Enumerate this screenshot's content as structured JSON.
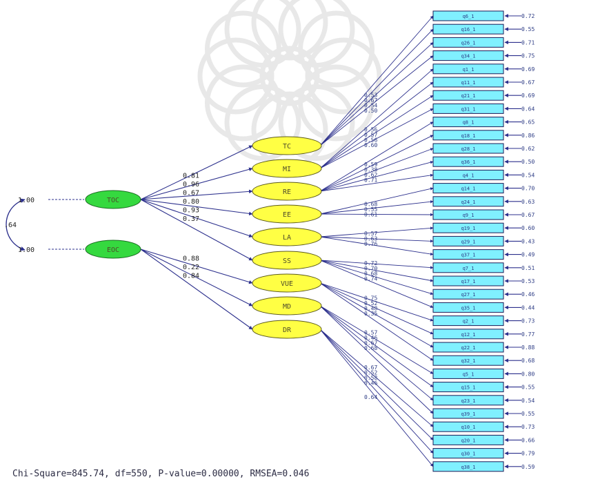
{
  "colors": {
    "edge": "#2b2f8c",
    "observed_fill": "#80f0ff",
    "observed_stroke": "#1a1a55",
    "latent_fill": "#ffff44",
    "latent_stroke": "#5c5a1c",
    "exogenous_fill": "#35d93f",
    "exogenous_stroke": "#1b6b22",
    "watermark": "#d7d7d7"
  },
  "exogenous": [
    {
      "id": "TOC",
      "label": "TOC",
      "variance": "1.00"
    },
    {
      "id": "EOC",
      "label": "EOC",
      "variance": "1.00"
    }
  ],
  "covariance": {
    "label": ".64"
  },
  "latents": [
    {
      "id": "TC",
      "label": "TC"
    },
    {
      "id": "MI",
      "label": "MI"
    },
    {
      "id": "RE",
      "label": "RE"
    },
    {
      "id": "EE",
      "label": "EE"
    },
    {
      "id": "LA",
      "label": "LA"
    },
    {
      "id": "SS",
      "label": "SS"
    },
    {
      "id": "VUE",
      "label": "VUE"
    },
    {
      "id": "MD",
      "label": "MD"
    },
    {
      "id": "DR",
      "label": "DR"
    }
  ],
  "structural_paths": [
    {
      "from": "TOC",
      "to": "TC",
      "label": "0.81"
    },
    {
      "from": "TOC",
      "to": "MI",
      "label": "0.96"
    },
    {
      "from": "TOC",
      "to": "RE",
      "label": "0.67"
    },
    {
      "from": "TOC",
      "to": "EE",
      "label": "0.80"
    },
    {
      "from": "TOC",
      "to": "LA",
      "label": "0.93"
    },
    {
      "from": "TOC",
      "to": "SS",
      "label": "0.37"
    },
    {
      "from": "EOC",
      "to": "VUE",
      "label": "0.88"
    },
    {
      "from": "EOC",
      "to": "MD",
      "label": "0.22"
    },
    {
      "from": "EOC",
      "to": "DR",
      "label": "0.84"
    }
  ],
  "observed": [
    {
      "label": "q6_1",
      "error": "0.72"
    },
    {
      "label": "q16_1",
      "error": "0.55"
    },
    {
      "label": "q26_1",
      "error": "0.71"
    },
    {
      "label": "q34_1",
      "error": "0.75"
    },
    {
      "label": "q1_1",
      "error": "0.69"
    },
    {
      "label": "q11_1",
      "error": "0.67"
    },
    {
      "label": "q21_1",
      "error": "0.69"
    },
    {
      "label": "q31_1",
      "error": "0.64"
    },
    {
      "label": "q8_1",
      "error": "0.65"
    },
    {
      "label": "q18_1",
      "error": "0.86"
    },
    {
      "label": "q28_1",
      "error": "0.62"
    },
    {
      "label": "q36_1",
      "error": "0.50"
    },
    {
      "label": "q4_1",
      "error": "0.54"
    },
    {
      "label": "q14_1",
      "error": "0.70"
    },
    {
      "label": "q24_1",
      "error": "0.63"
    },
    {
      "label": "q9_1",
      "error": "0.67"
    },
    {
      "label": "q19_1",
      "error": "0.60"
    },
    {
      "label": "q29_1",
      "error": "0.43"
    },
    {
      "label": "q37_1",
      "error": "0.49"
    },
    {
      "label": "q7_1",
      "error": "0.51"
    },
    {
      "label": "q17_1",
      "error": "0.53"
    },
    {
      "label": "q27_1",
      "error": "0.46"
    },
    {
      "label": "q35_1",
      "error": "0.44"
    },
    {
      "label": "q2_1",
      "error": "0.73"
    },
    {
      "label": "q12_1",
      "error": "0.77"
    },
    {
      "label": "q22_1",
      "error": "0.88"
    },
    {
      "label": "q32_1",
      "error": "0.68"
    },
    {
      "label": "q5_1",
      "error": "0.80"
    },
    {
      "label": "q15_1",
      "error": "0.55"
    },
    {
      "label": "q23_1",
      "error": "0.54"
    },
    {
      "label": "q39_1",
      "error": "0.55"
    },
    {
      "label": "q10_1",
      "error": "0.73"
    },
    {
      "label": "q20_1",
      "error": "0.66"
    },
    {
      "label": "q30_1",
      "error": "0.79"
    },
    {
      "label": "q38_1",
      "error": "0.59"
    }
  ],
  "measurement": [
    {
      "latent": "TC",
      "indicators": [
        0,
        1,
        2,
        3
      ],
      "loadings": [
        "0.53",
        "0.67",
        "0.54",
        "0.50"
      ]
    },
    {
      "latent": "MI",
      "indicators": [
        4,
        5,
        6,
        7
      ],
      "loadings": [
        "0.56",
        "0.57",
        "0.56",
        "0.60"
      ]
    },
    {
      "latent": "RE",
      "indicators": [
        8,
        9,
        10,
        11,
        12
      ],
      "loadings": [
        "0.59",
        "0.38",
        "0.62",
        "0.71",
        ""
      ]
    },
    {
      "latent": "EE",
      "indicators": [
        13,
        14,
        15
      ],
      "loadings": [
        "0.68",
        "0.55",
        "0.61"
      ]
    },
    {
      "latent": "LA",
      "indicators": [
        16,
        17,
        18
      ],
      "loadings": [
        "0.57",
        "0.63",
        "0.76"
      ]
    },
    {
      "latent": "SS",
      "indicators": [
        19,
        20,
        21,
        22
      ],
      "loadings": [
        "0.72",
        "0.70",
        "0.68",
        "0.74"
      ]
    },
    {
      "latent": "VUE",
      "indicators": [
        23,
        24,
        25,
        26
      ],
      "loadings": [
        "0.75",
        "0.52",
        "0.48",
        "0.35"
      ]
    },
    {
      "latent": "MD",
      "indicators": [
        27,
        28,
        29,
        30
      ],
      "loadings": [
        "0.57",
        "0.46",
        "0.67",
        "0.68"
      ]
    },
    {
      "latent": "DR",
      "indicators": [
        31,
        32,
        33,
        34
      ],
      "loadings": [
        "0.67",
        "0.52",
        "0.58",
        "0.46"
      ]
    }
  ],
  "extra_loading_label": "0.64",
  "fit": {
    "text": "Chi-Square=845.74, df=550, P-value=0.00000, RMSEA=0.046"
  }
}
